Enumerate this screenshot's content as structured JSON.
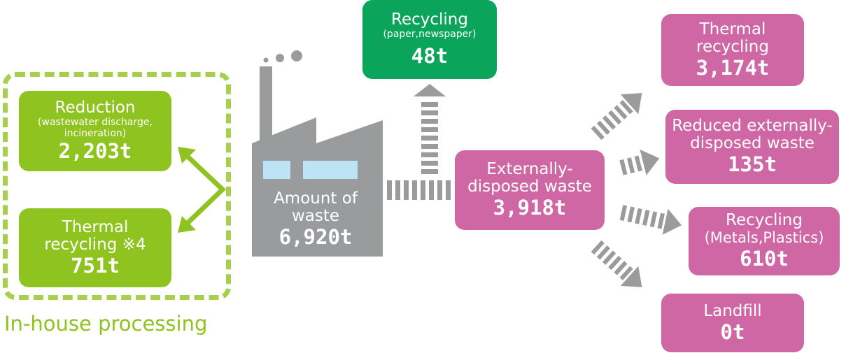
{
  "in_house": {
    "label": "In-house processing"
  },
  "reduction": {
    "title": "Reduction",
    "sub1": "(wastewater discharge,",
    "sub2": "incineration)",
    "value": "2,203t"
  },
  "thermal_in": {
    "title1": "Thermal",
    "title2": "recycling ※4",
    "value": "751t"
  },
  "factory": {
    "line1": "Amount of",
    "line2": "waste",
    "value": "6,920t"
  },
  "recycle_paper": {
    "title": "Recycling",
    "sub": "(paper,newspaper)",
    "value": "48t"
  },
  "external": {
    "line1": "Externally-",
    "line2": "disposed waste",
    "value": "3,918t"
  },
  "thermal_ext": {
    "line1": "Thermal",
    "line2": "recycling",
    "value": "3,174t"
  },
  "reduced_ext": {
    "line1": "Reduced externally-",
    "line2": "disposed waste",
    "value": "135t"
  },
  "recycle_metal": {
    "line1": "Recycling",
    "line2": "(Metals,Plastics)",
    "value": "610t"
  },
  "landfill": {
    "line1": "Landfill",
    "value": "0t"
  },
  "colors": {
    "green": "#8fc31f",
    "dark_green": "#0aa55a",
    "pink": "#cf67a4",
    "gray": "#9a9b9c",
    "window": "#bde3f7"
  }
}
